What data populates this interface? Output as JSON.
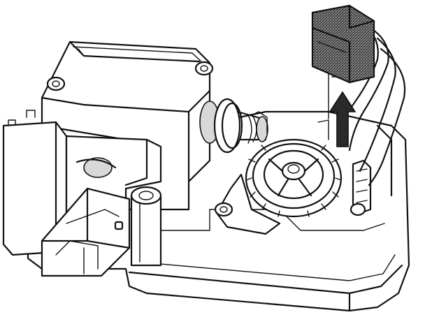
{
  "colors": {
    "ink": "#111111",
    "paper": "#ffffff",
    "shade": "#d8d8d8",
    "connector": "#555555"
  },
  "diagram": {
    "parts": [
      {
        "id": "housing",
        "icon": "housing-outline"
      },
      {
        "id": "motor-block",
        "icon": "motor-box"
      },
      {
        "id": "worm-gear",
        "icon": "worm-gear"
      },
      {
        "id": "gear-wheel",
        "icon": "gear-wheel"
      },
      {
        "id": "electrical-connector",
        "icon": "connector-plug"
      },
      {
        "id": "wiring-harness",
        "icon": "wires"
      },
      {
        "id": "removal-arrow",
        "icon": "arrow-up",
        "direction": "up"
      },
      {
        "id": "plug-socket",
        "icon": "socket"
      },
      {
        "id": "mounting-posts",
        "icon": "screw-boss"
      }
    ]
  }
}
